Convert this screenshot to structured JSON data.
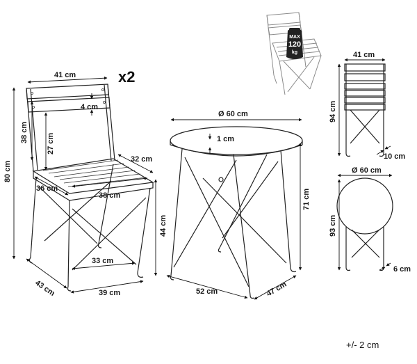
{
  "multiplier": "x2",
  "tolerance": "+/- 2 cm",
  "badge": {
    "line1": "MAX",
    "line2": "120",
    "line3": "kg"
  },
  "chair": {
    "width": "41 cm",
    "backrest_gap": "4 cm",
    "backrest_height": "38 cm",
    "back_height": "27 cm",
    "total_height": "80 cm",
    "seat_depth_side": "32 cm",
    "seat_width": "38 cm",
    "seat_depth": "36 cm",
    "seat_height": "44 cm",
    "leg_span": "33 cm",
    "base_depth": "43 cm",
    "base_width": "39 cm"
  },
  "table": {
    "diameter": "Ø 60 cm",
    "top_thickness": "1 cm",
    "height": "71 cm",
    "base_width": "52 cm",
    "base_depth": "47 cm"
  },
  "folded_chair": {
    "width": "41 cm",
    "height": "94 cm",
    "thickness": "10 cm"
  },
  "folded_table": {
    "diameter": "Ø 60 cm",
    "height": "93 cm",
    "thickness": "6 cm"
  }
}
